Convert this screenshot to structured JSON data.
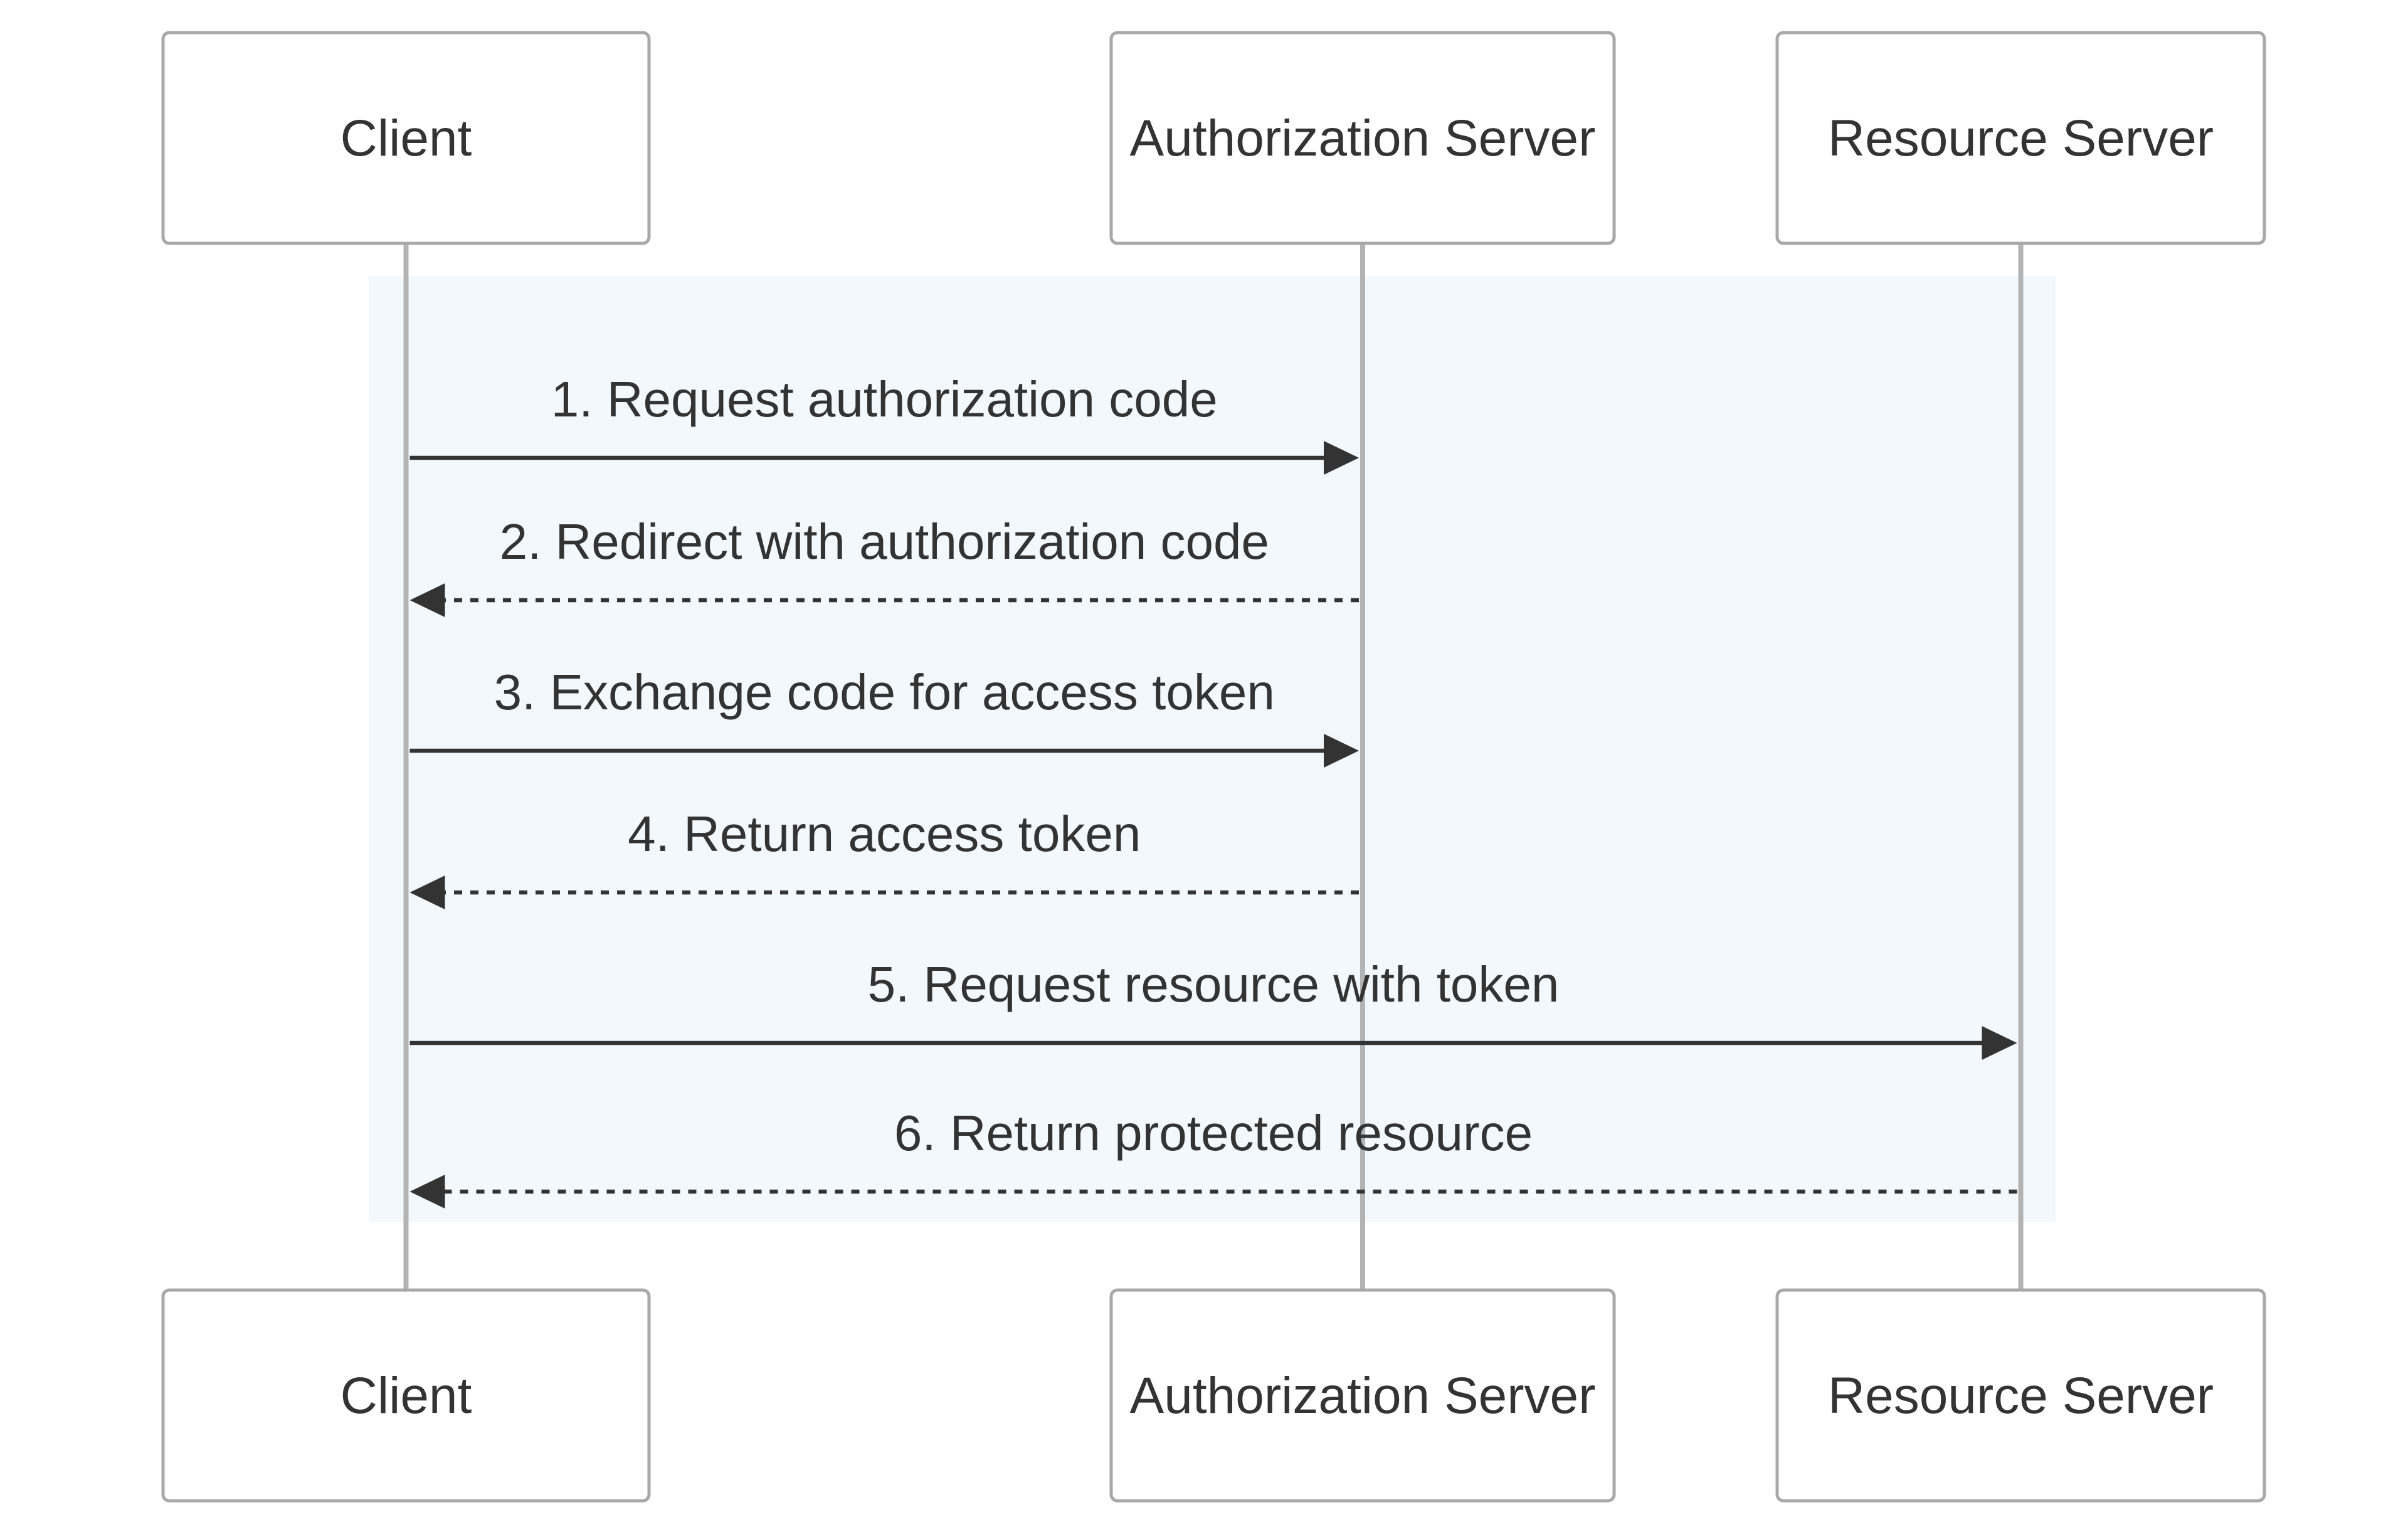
{
  "diagram": {
    "type": "sequence",
    "participants": [
      {
        "id": "client",
        "label": "Client"
      },
      {
        "id": "auth",
        "label": "Authorization Server"
      },
      {
        "id": "resource",
        "label": "Resource Server"
      }
    ],
    "messages": [
      {
        "from": "client",
        "to": "auth",
        "label": "1. Request authorization code",
        "style": "solid"
      },
      {
        "from": "auth",
        "to": "client",
        "label": "2. Redirect with authorization code",
        "style": "dashed"
      },
      {
        "from": "client",
        "to": "auth",
        "label": "3. Exchange code for access token",
        "style": "solid"
      },
      {
        "from": "auth",
        "to": "client",
        "label": "4. Return access token",
        "style": "dashed"
      },
      {
        "from": "client",
        "to": "resource",
        "label": "5. Request resource with token",
        "style": "solid"
      },
      {
        "from": "resource",
        "to": "client",
        "label": "6. Return protected resource",
        "style": "dashed"
      }
    ],
    "colors": {
      "region_fill": "#f3f8fd",
      "arrow": "#333333",
      "lifeline": "#b3b3b3",
      "box_border": "#a8a8a8",
      "text": "#333333"
    }
  }
}
